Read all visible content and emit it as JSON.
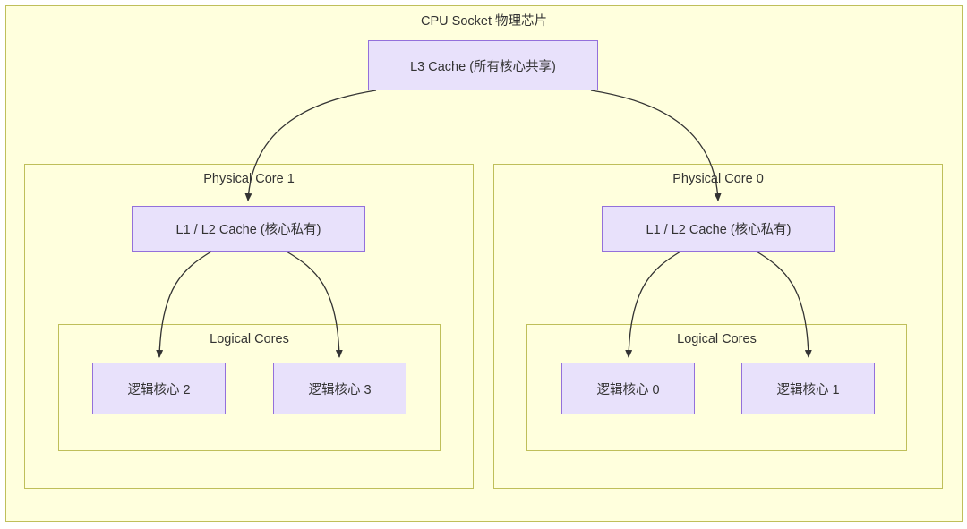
{
  "diagram": {
    "title": "CPU Socket 物理芯片",
    "type": "hierarchy",
    "colors": {
      "cluster_fill": "#ffffdd",
      "cluster_border": "#bfbf5a",
      "node_fill": "#e8e1fb",
      "node_border": "#9370db",
      "edge_stroke": "#333333",
      "text": "#333333",
      "page_background": "#ffffff"
    },
    "socket": {
      "label": "CPU Socket 物理芯片"
    },
    "l3_cache": {
      "label": "L3 Cache (所有核心共享)"
    },
    "cores": [
      {
        "label": "Physical Core 1",
        "cache": {
          "label": "L1 / L2 Cache (核心私有)"
        },
        "logical_group": {
          "label": "Logical Cores"
        },
        "logical_cores": [
          {
            "label": "逻辑核心 2"
          },
          {
            "label": "逻辑核心 3"
          }
        ]
      },
      {
        "label": "Physical Core 0",
        "cache": {
          "label": "L1 / L2 Cache (核心私有)"
        },
        "logical_group": {
          "label": "Logical Cores"
        },
        "logical_cores": [
          {
            "label": "逻辑核心 0"
          },
          {
            "label": "逻辑核心 1"
          }
        ]
      }
    ]
  }
}
